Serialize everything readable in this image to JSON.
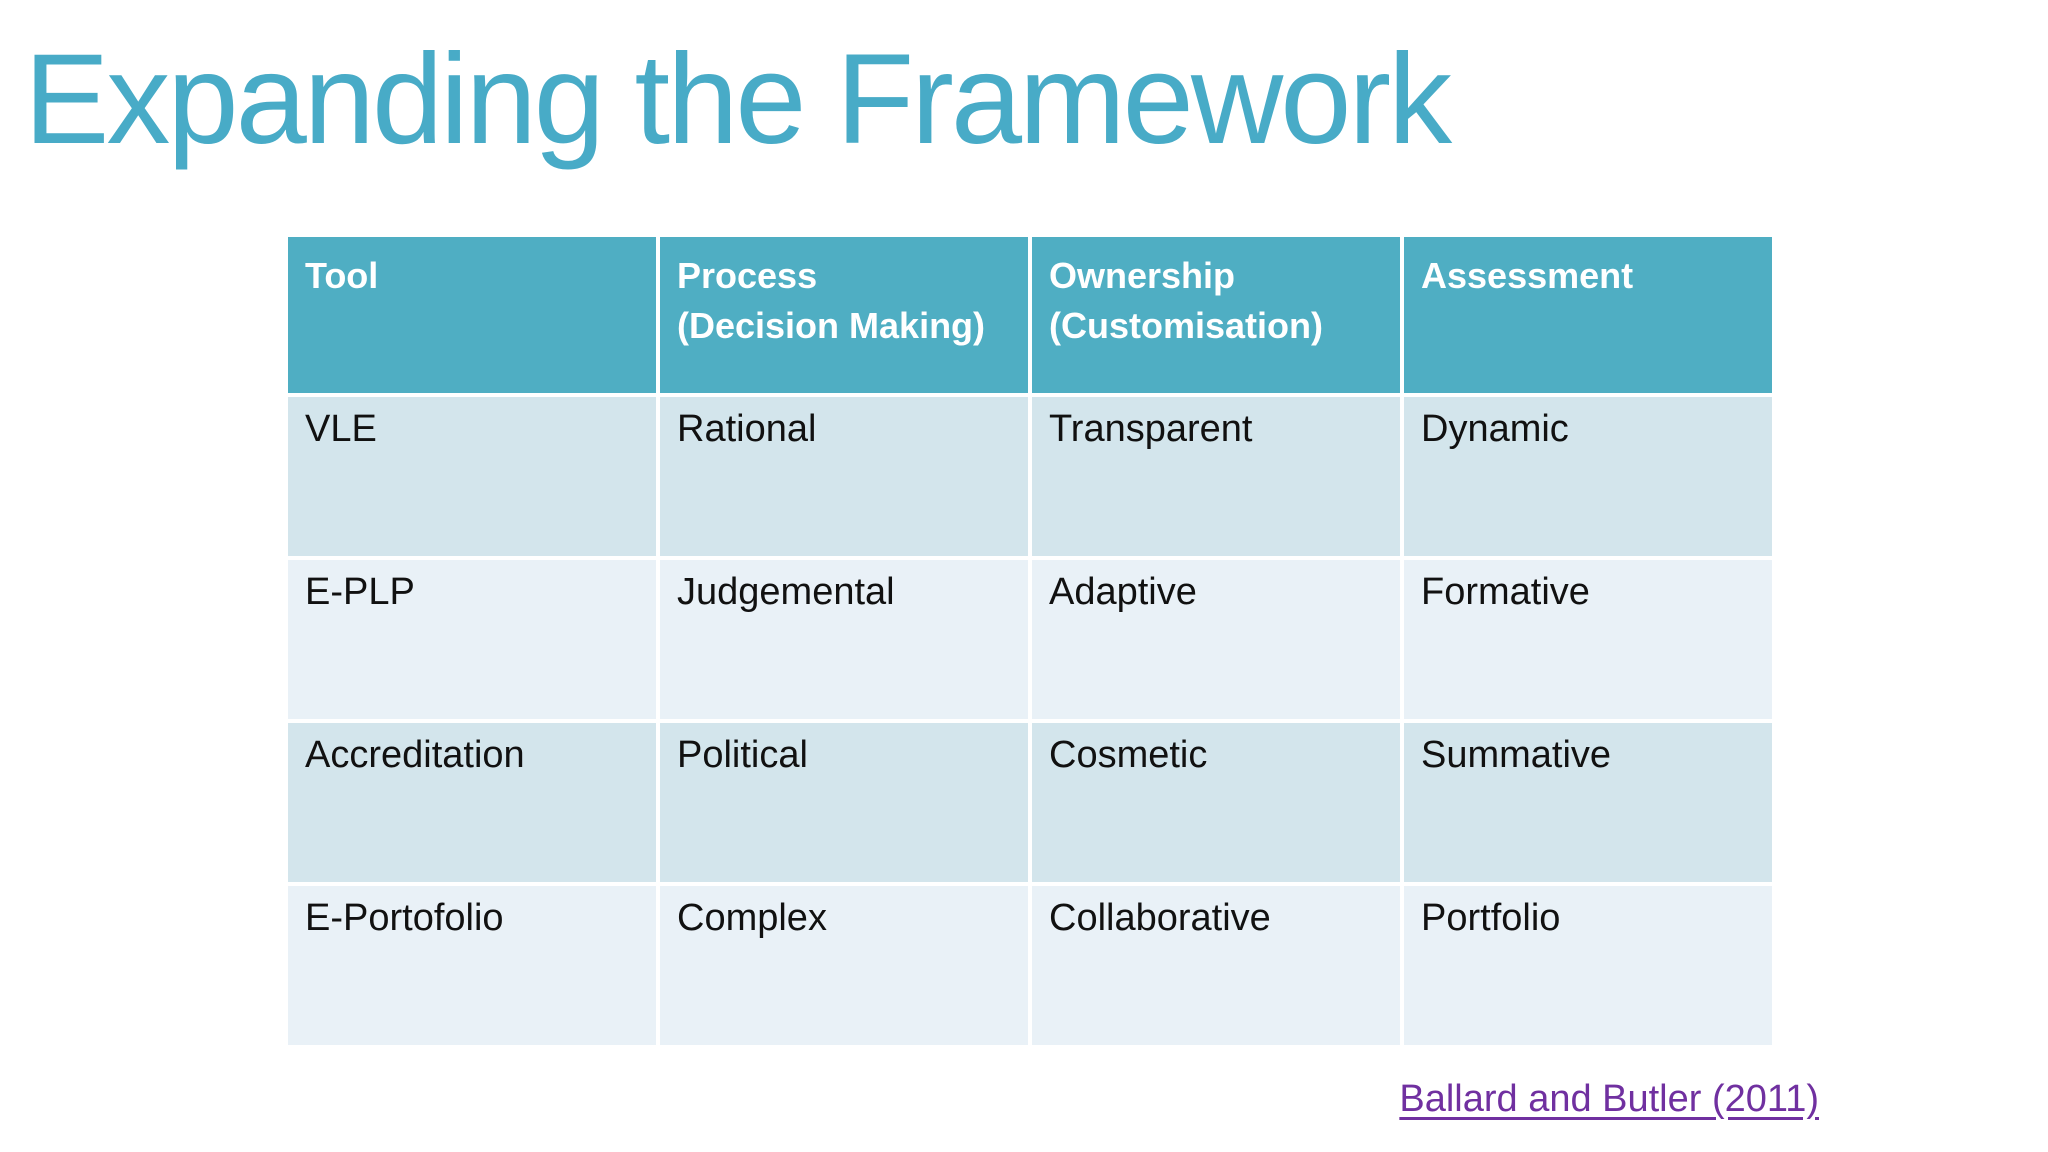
{
  "title": "Expanding the Framework",
  "table": {
    "headers": [
      {
        "line1": "Tool",
        "line2": ""
      },
      {
        "line1": "Process",
        "line2": "(Decision Making)"
      },
      {
        "line1": "Ownership",
        "line2": "(Customisation)"
      },
      {
        "line1": "Assessment",
        "line2": ""
      }
    ],
    "rows": [
      {
        "cells": [
          "VLE",
          "Rational",
          "Transparent",
          "Dynamic"
        ]
      },
      {
        "cells": [
          "E-PLP",
          "Judgemental",
          "Adaptive",
          "Formative"
        ]
      },
      {
        "cells": [
          "Accreditation",
          "Political",
          "Cosmetic",
          "Summative"
        ]
      },
      {
        "cells": [
          "E-Portofolio",
          "Complex",
          "Collaborative",
          "Portfolio"
        ]
      }
    ]
  },
  "citation": {
    "label": "Ballard and Butler (2011)"
  },
  "colors": {
    "title-color": "#48ABC7",
    "header-bg": "#4FAEC3",
    "header-text": "#FFFFFF",
    "row-odd-bg": "#D3E5EC",
    "row-even-bg": "#E9F1F7",
    "cell-text": "#111111",
    "link-color": "#7030A0"
  }
}
